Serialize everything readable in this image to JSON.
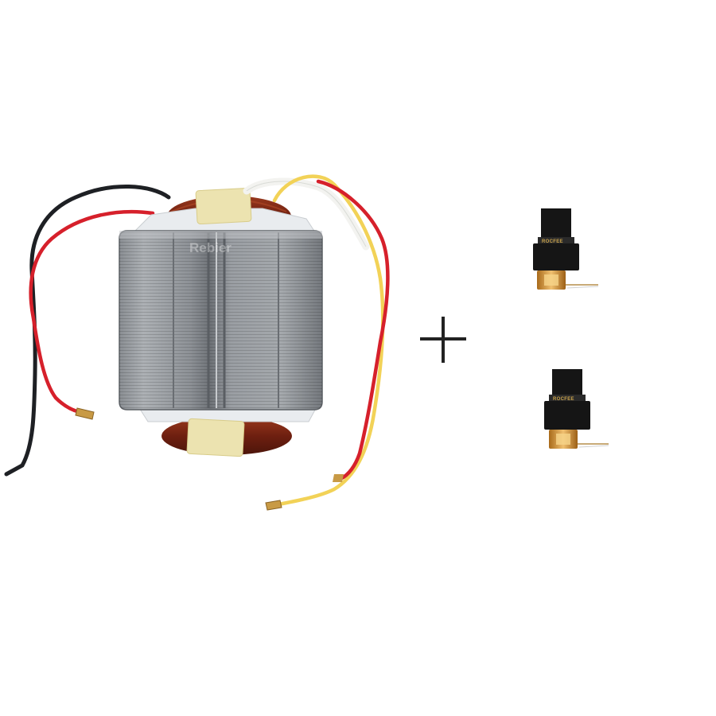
{
  "image": {
    "subject": "stator-with-carbon-brushes",
    "background": "#ffffff"
  },
  "stator": {
    "watermark": "Rebier",
    "wire_colors": {
      "black": "#1e2024",
      "red": "#d6202b",
      "yellow": "#f2d257",
      "white": "#f3f3f0"
    },
    "core_colors": {
      "steel_light": "#a9acb0",
      "steel_mid": "#8b8f94",
      "steel_dark": "#5c6065"
    },
    "winding_color": "#7a2413",
    "tape_color": "#ece3b0"
  },
  "plus_sign": {
    "glyph": "+",
    "color": "#222222"
  },
  "brushes": {
    "count": 2,
    "label": "ROCFEE",
    "colors": {
      "body": "#151515",
      "copper": "#c7862b",
      "brass": "#e0a948"
    }
  }
}
